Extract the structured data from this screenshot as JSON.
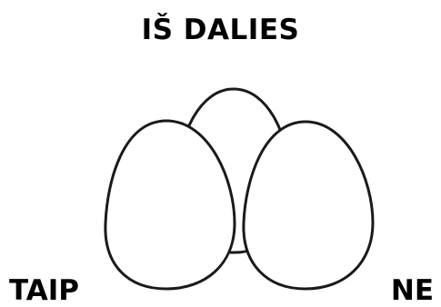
{
  "labels": {
    "top": "IŠ DALIES",
    "left": "TAIP",
    "right": "NE"
  },
  "colors": {
    "text": "#000000",
    "outline": "#1a1a1a",
    "background": "#ffffff"
  },
  "icons": [
    "egg-icon",
    "egg-icon",
    "egg-icon"
  ]
}
